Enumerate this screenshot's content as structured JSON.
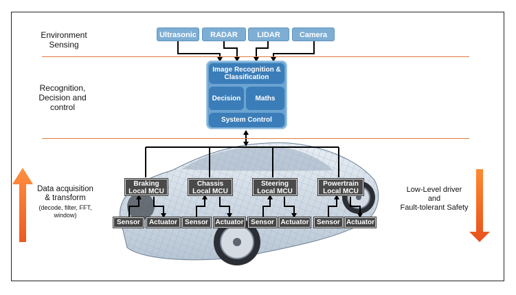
{
  "sections": {
    "environment": "Environment\nSensing",
    "recognition": "Recognition,\nDecision and\ncontrol"
  },
  "sensors": [
    "Ultrasonic",
    "RADAR",
    "LIDAR",
    "Camera"
  ],
  "processor": {
    "image_recognition": "Image Recognition &\nClassification",
    "decision": "Decision",
    "maths": "Maths",
    "system_control": "System Control"
  },
  "mcus": [
    {
      "label": "Braking\nLocal MCU"
    },
    {
      "label": "Chassis\nLocal MCU"
    },
    {
      "label": "Steering\nLocal MCU"
    },
    {
      "label": "Powertrain\nLocal MCU"
    }
  ],
  "devices": {
    "sensor": "Sensor",
    "actuator": "Actuator"
  },
  "left_label": {
    "title": "Data acquisition\n& transform",
    "detail": "(decode, filter, FFT,\nwindow)"
  },
  "right_label": "Low-Level driver\nand\nFault-tolerant Safety",
  "colors": {
    "sensor_fill": "#7eaed4",
    "processor_fill": "#3a7db8",
    "divider": "#e07840",
    "arrow_top": "#ff8a3c",
    "arrow_bottom": "#e8501c",
    "mcu_fill": "#4a4a4a"
  }
}
